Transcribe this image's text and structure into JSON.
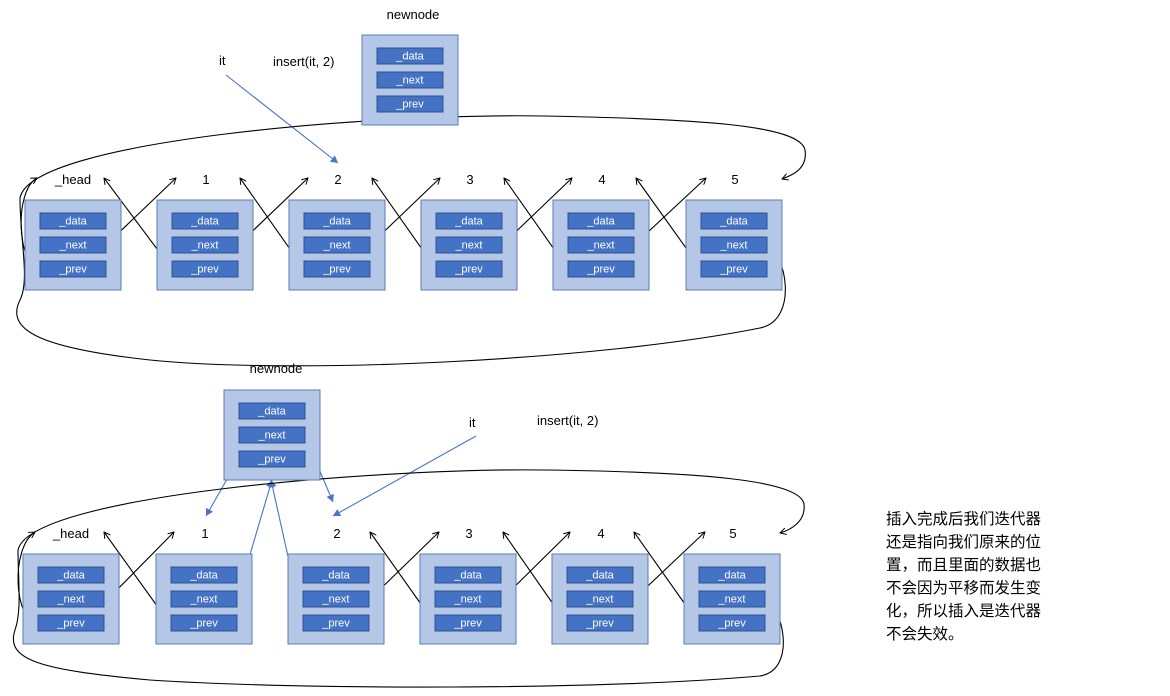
{
  "panels": [
    {
      "nodes": [
        {
          "label": "_head"
        },
        {
          "label": "1"
        },
        {
          "label": "2"
        },
        {
          "label": "3"
        },
        {
          "label": "4"
        },
        {
          "label": "5"
        }
      ],
      "newnode_label": "newnode",
      "it_label": "it",
      "call_label": "insert(it, 2)"
    },
    {
      "nodes": [
        {
          "label": "_head"
        },
        {
          "label": "1"
        },
        {
          "label": "2"
        },
        {
          "label": "3"
        },
        {
          "label": "4"
        },
        {
          "label": "5"
        }
      ],
      "newnode_label": "newnode",
      "it_label": "it",
      "call_label": "insert(it, 2)"
    }
  ],
  "fields": {
    "data": "_data",
    "next": "_next",
    "prev": "_prev"
  },
  "note_lines": [
    "插入完成后我们迭代器",
    "还是指向我们原来的位",
    "置，而且里面的数据也",
    "不会因为平移而发生变",
    "化，所以插入是迭代器",
    "不会失效。"
  ],
  "colors": {
    "node_fill": "#b4c7e7",
    "field_fill": "#4472c4",
    "field_text": "#ffffff",
    "pointer_arrow": "#4a74c6",
    "link_arrow": "#000000"
  }
}
